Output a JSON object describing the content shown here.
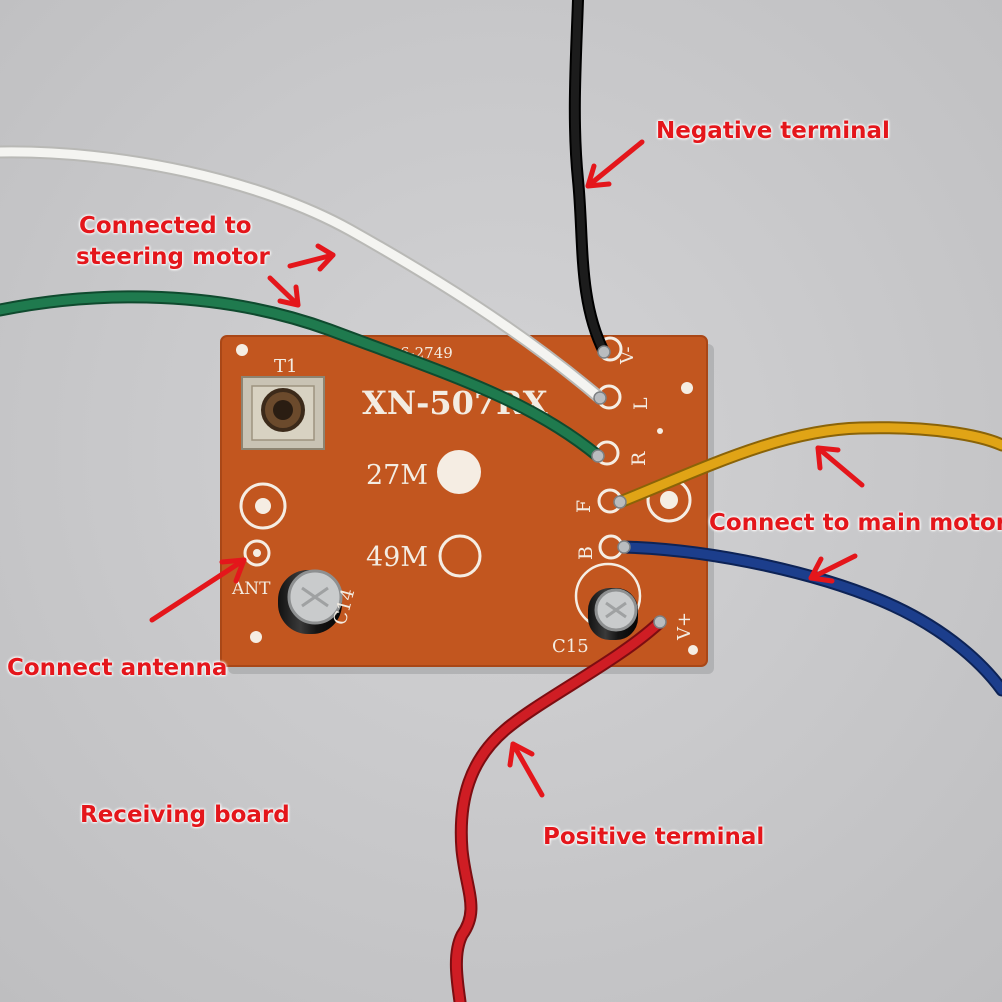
{
  "annotations": {
    "negative_terminal": "Negative terminal",
    "steering_line1": "Connected to",
    "steering_line2": "steering motor",
    "main_motor": "Connect to main motor",
    "antenna": "Connect antenna",
    "receiving_board": "Receiving board",
    "positive_terminal": "Positive terminal"
  },
  "board": {
    "model": "XN-507RX",
    "part_code": "2749",
    "freq_a": "27M",
    "freq_b": "49M",
    "t1": "T1",
    "c14": "C14",
    "c15": "C15",
    "ant": "ANT",
    "pins": [
      "V-",
      "L",
      "R",
      "F",
      "B",
      "V+"
    ]
  },
  "colors": {
    "annotation": "#e4161b",
    "board": "#c2561f",
    "wire_black": "#111111",
    "wire_white": "#f4f4f1",
    "wire_green": "#1f7a4e",
    "wire_yellow": "#e0a416",
    "wire_blue": "#1c3e8c",
    "wire_red": "#cf1d24"
  }
}
